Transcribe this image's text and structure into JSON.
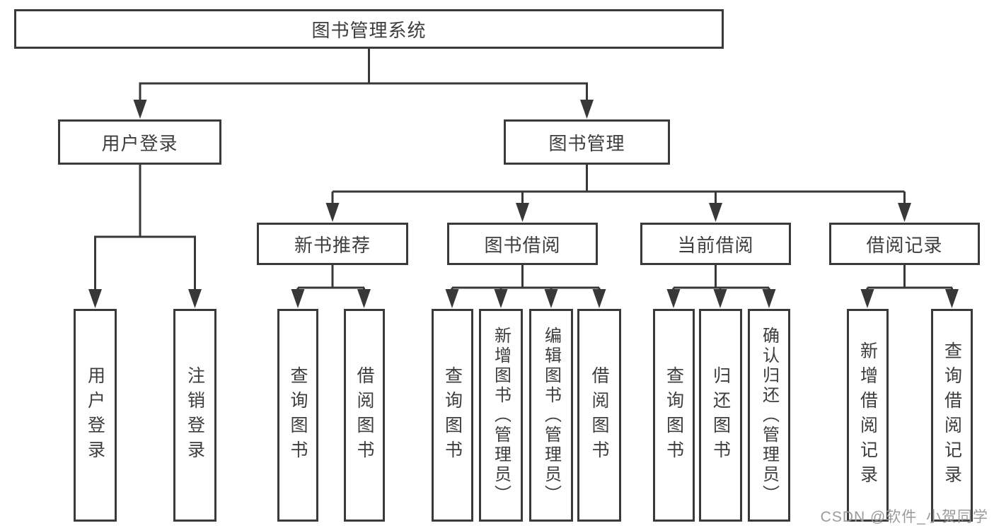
{
  "tree": {
    "label": "图书管理系统",
    "children": [
      {
        "label": "用户登录",
        "children": [
          {
            "label": "用户登录"
          },
          {
            "label": "注销登录"
          }
        ]
      },
      {
        "label": "图书管理",
        "children": [
          {
            "label": "新书推荐",
            "children": [
              {
                "label": "查询图书"
              },
              {
                "label": "借阅图书"
              }
            ]
          },
          {
            "label": "图书借阅",
            "children": [
              {
                "label": "查询图书"
              },
              {
                "label": "新增图书（管理员）"
              },
              {
                "label": "编辑图书（管理员）"
              },
              {
                "label": "借阅图书"
              }
            ]
          },
          {
            "label": "当前借阅",
            "children": [
              {
                "label": "查询图书"
              },
              {
                "label": "归还图书"
              },
              {
                "label": "确认归还（管理员）"
              }
            ]
          },
          {
            "label": "借阅记录",
            "children": [
              {
                "label": "新增借阅记录"
              },
              {
                "label": "查询借阅记录"
              }
            ]
          }
        ]
      }
    ]
  },
  "watermark": "CSDN @软件_小贺同学",
  "colors": {
    "line": "#383838",
    "box_border": "#3a3a3a",
    "text": "#3d3d3d",
    "watermark": "#9b9b9b",
    "background": "#ffffff"
  }
}
